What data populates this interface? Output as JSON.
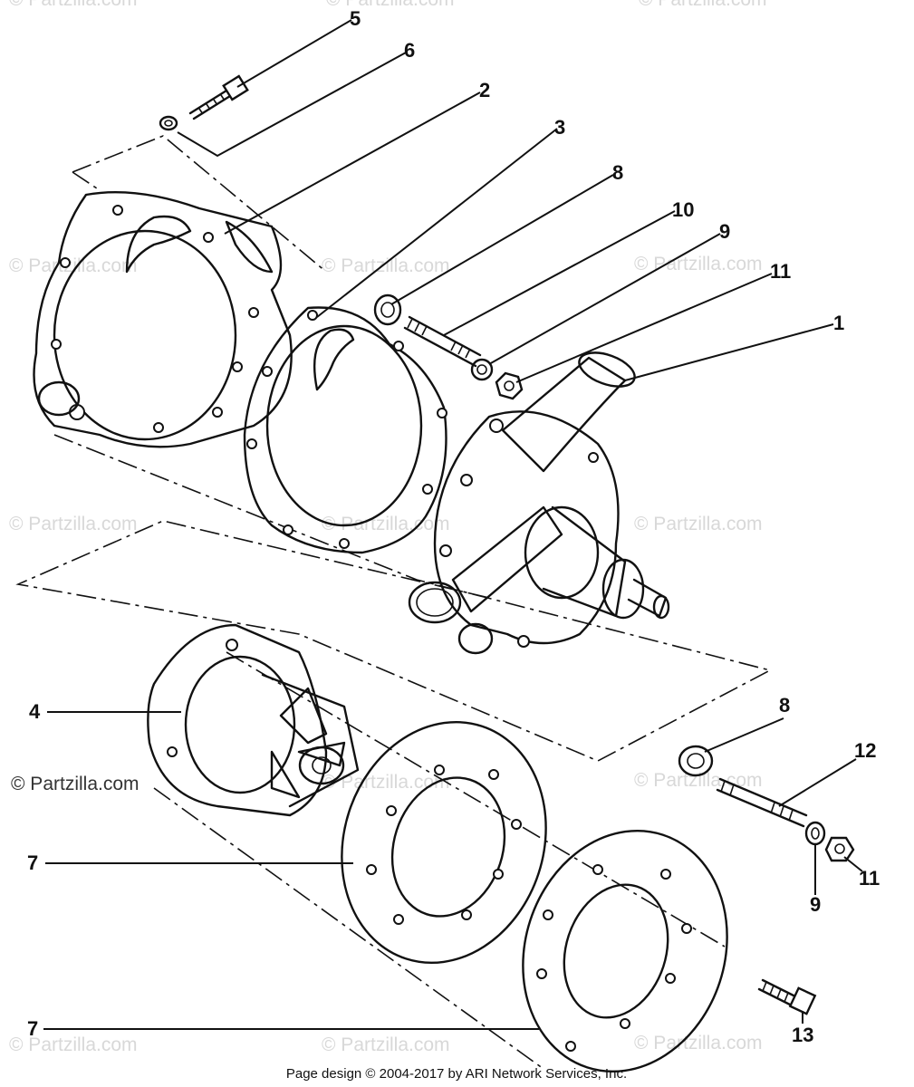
{
  "watermark": {
    "text": "© Partzilla.com"
  },
  "footer": {
    "copyright": "Page design © 2004-2017 by ARI Network Services, Inc."
  },
  "callouts": [
    {
      "id": "c5",
      "text": "5"
    },
    {
      "id": "c6",
      "text": "6"
    },
    {
      "id": "c2",
      "text": "2"
    },
    {
      "id": "c3",
      "text": "3"
    },
    {
      "id": "c8a",
      "text": "8"
    },
    {
      "id": "c10",
      "text": "10"
    },
    {
      "id": "c9a",
      "text": "9"
    },
    {
      "id": "c11a",
      "text": "11"
    },
    {
      "id": "c1",
      "text": "1"
    },
    {
      "id": "c4",
      "text": "4"
    },
    {
      "id": "c8b",
      "text": "8"
    },
    {
      "id": "c12",
      "text": "12"
    },
    {
      "id": "c7a",
      "text": "7"
    },
    {
      "id": "c11b",
      "text": "11"
    },
    {
      "id": "c9b",
      "text": "9"
    },
    {
      "id": "c7b",
      "text": "7"
    },
    {
      "id": "c13",
      "text": "13"
    }
  ]
}
